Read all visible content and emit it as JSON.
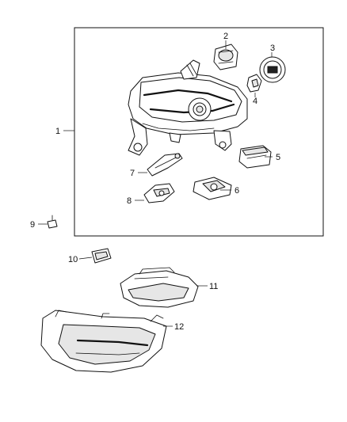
{
  "diagram": {
    "type": "exploded parts diagram",
    "callouts": [
      {
        "id": "callout-1",
        "label": "1"
      },
      {
        "id": "callout-2",
        "label": "2"
      },
      {
        "id": "callout-3",
        "label": "3"
      },
      {
        "id": "callout-4",
        "label": "4"
      },
      {
        "id": "callout-5",
        "label": "5"
      },
      {
        "id": "callout-6",
        "label": "6"
      },
      {
        "id": "callout-7",
        "label": "7"
      },
      {
        "id": "callout-8",
        "label": "8"
      },
      {
        "id": "callout-9",
        "label": "9"
      },
      {
        "id": "callout-10",
        "label": "10"
      },
      {
        "id": "callout-11",
        "label": "11"
      },
      {
        "id": "callout-12",
        "label": "12"
      }
    ],
    "colors": {
      "line": "#111111",
      "background": "#ffffff",
      "shade": "#e6e6e6"
    }
  }
}
